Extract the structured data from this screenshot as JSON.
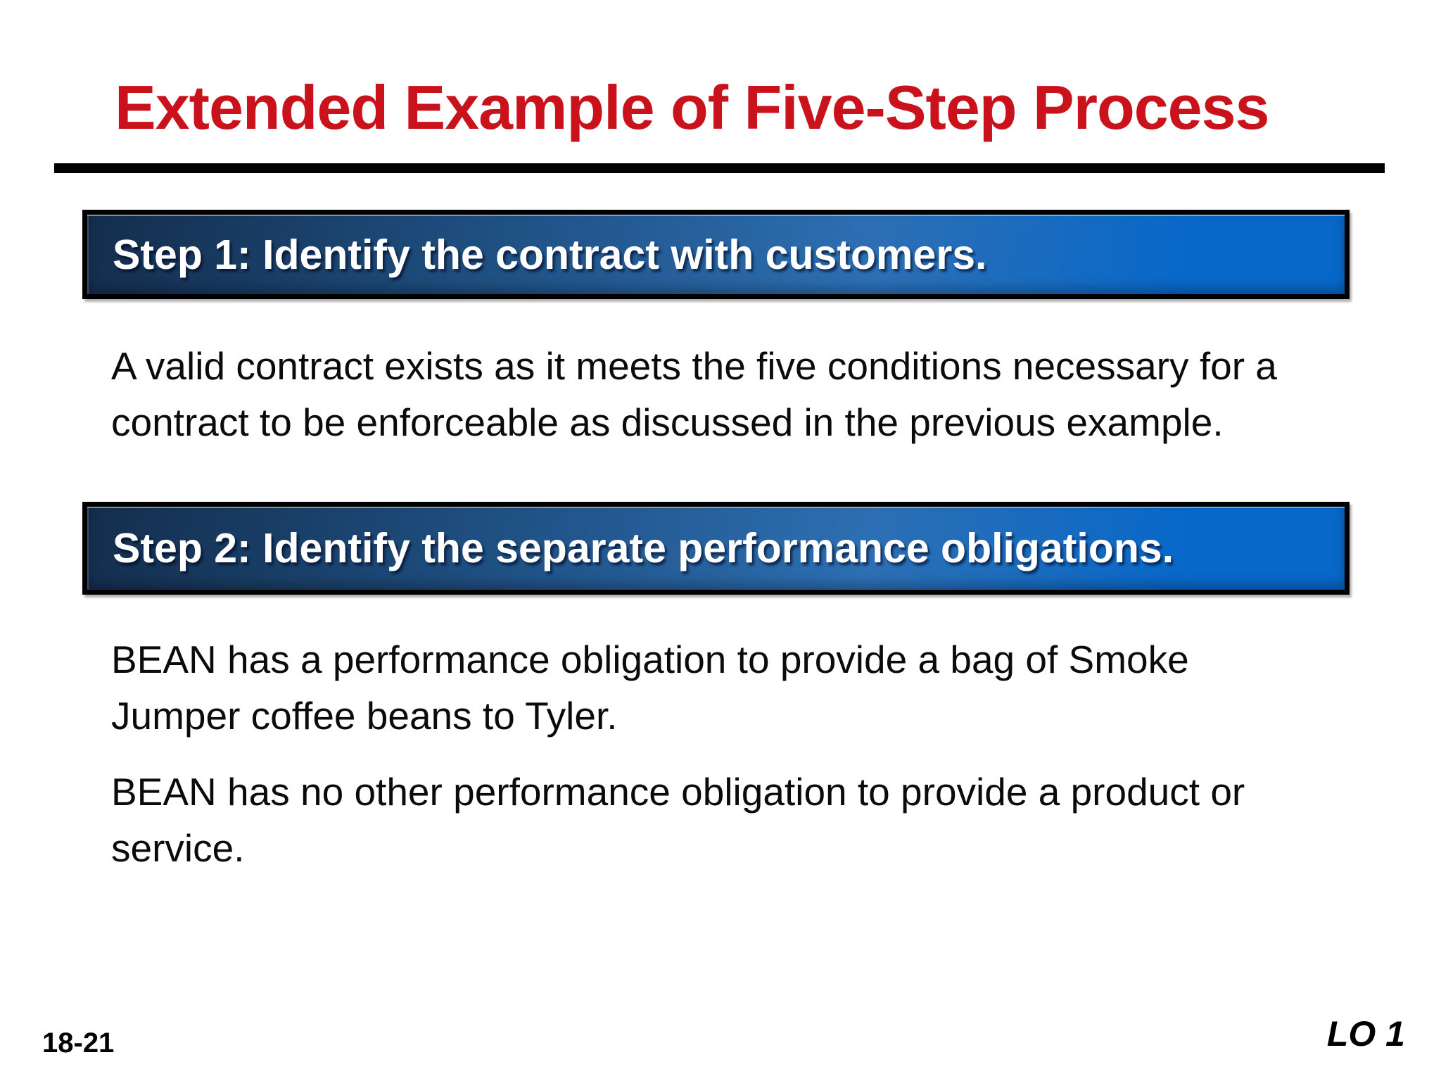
{
  "slide": {
    "title": "Extended Example of Five-Step Process",
    "banners": [
      {
        "label": "Step 1: Identify the contract with customers."
      },
      {
        "label": "Step 2: Identify the separate performance obligations."
      }
    ],
    "paragraphs": [
      {
        "lines": [
          "A valid contract exists as it meets the five conditions necessary for a",
          "contract to be enforceable as discussed in the previous example."
        ]
      },
      {
        "lines": [
          "BEAN has a performance obligation to provide a bag of Smoke",
          "Jumper coffee beans to Tyler."
        ]
      },
      {
        "lines": [
          "BEAN has no other performance obligation to provide a product or",
          "service."
        ]
      }
    ],
    "footer": {
      "page_number": "18-21",
      "learning_objective": "LO 1"
    }
  },
  "colors": {
    "title_red": "#C9121B",
    "rule_black": "#000000",
    "banner_border": "#000000",
    "banner_gradient": [
      "#142E4D",
      "#1D4B7B",
      "#2D6FB3",
      "#0768CA"
    ],
    "banner_text": "#FFFFFF",
    "body_text": "#0B0B0B",
    "background": "#FFFFFF"
  }
}
